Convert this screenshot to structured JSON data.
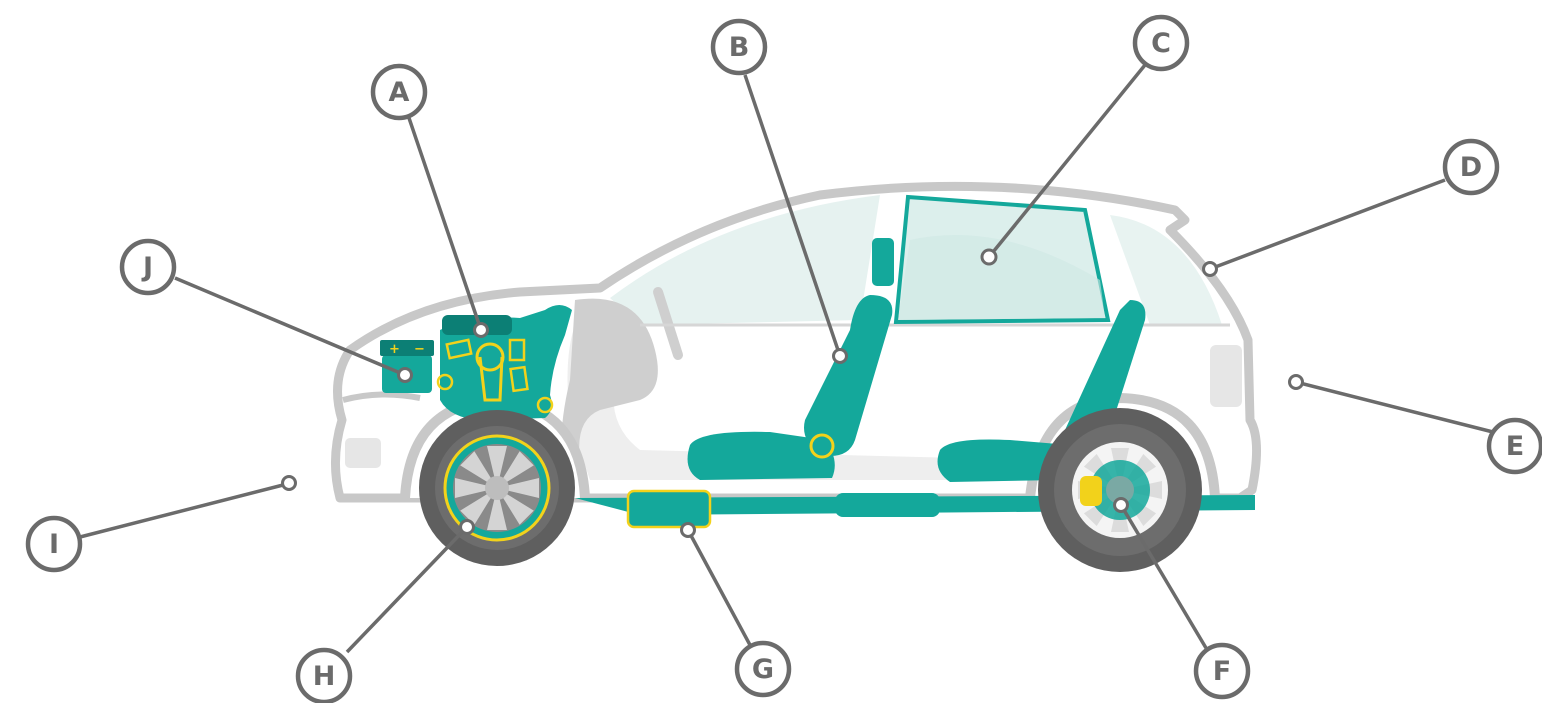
{
  "colors": {
    "outline": "#6b6b6b",
    "body_outline": "#c8c8c8",
    "teal": "#14a89b",
    "dark_teal": "#0c7f75",
    "yellow": "#f2d21b",
    "glass": "#dcefec",
    "tire": "#5f5f5f",
    "rim": "#c9c9c9"
  },
  "callouts": {
    "A": "A",
    "B": "B",
    "C": "C",
    "D": "D",
    "E": "E",
    "F": "F",
    "G": "G",
    "H": "H",
    "I": "I",
    "J": "J"
  }
}
